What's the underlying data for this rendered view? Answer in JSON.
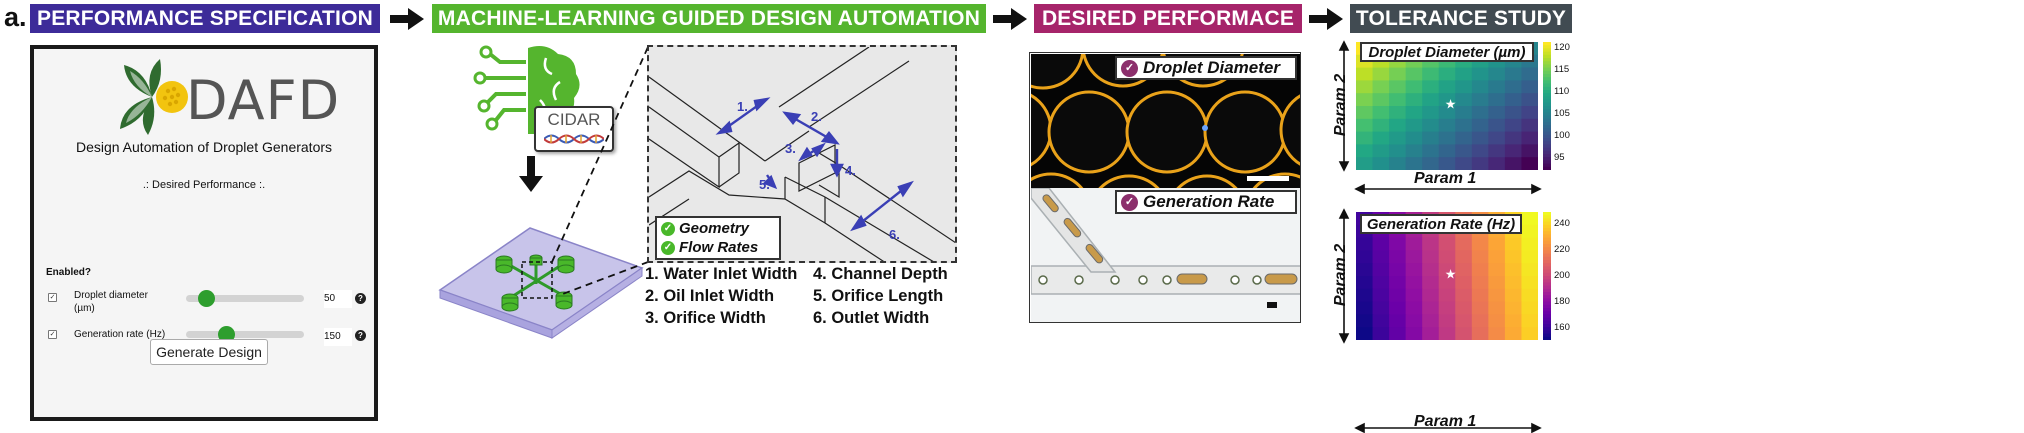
{
  "panel_label": "a.",
  "banners": {
    "spec": {
      "text": "PERFORMANCE SPECIFICATION",
      "color": "#3d2b99"
    },
    "ml": {
      "text": "MACHINE-LEARNING GUIDED DESIGN AUTOMATION",
      "color": "#55b52e"
    },
    "desired": {
      "text": "DESIRED PERFORMACE",
      "color": "#a6246a"
    },
    "tolerance": {
      "text": "TOLERANCE STUDY",
      "color": "#414b52"
    }
  },
  "spec_app": {
    "logo_text": "DAFD",
    "title": "Design Automation of Droplet Generators",
    "subtitle": ".: Desired Performance :.",
    "enabled_label": "Enabled?",
    "rows": [
      {
        "label_line1": "Droplet diameter",
        "label_line2": "(µm)",
        "value": "50",
        "slider_fraction": 0.16
      },
      {
        "label_line1": "Generation rate (Hz)",
        "label_line2": "",
        "value": "150",
        "slider_fraction": 0.33
      }
    ],
    "help_symbol": "?",
    "button_label": "Generate Design"
  },
  "ml": {
    "cidar_text": "CIDAR",
    "checks": [
      "Geometry",
      "Flow Rates"
    ],
    "annotation_numbers": [
      "1.",
      "2.",
      "3.",
      "4.",
      "5.",
      "6."
    ],
    "parameters": [
      "1. Water Inlet Width",
      "2. Oil Inlet Width",
      "3. Orifice Width",
      "4. Channel Depth",
      "5. Orifice Length",
      "6. Outlet Width"
    ]
  },
  "desired": {
    "droplet_label": "Droplet Diameter",
    "rate_label": "Generation Rate"
  },
  "tolerance": {
    "x_label": "Param 1",
    "y_label": "Param 2",
    "charts": [
      {
        "title": "Droplet Diameter (µm)",
        "ticks": [
          "120",
          "115",
          "110",
          "105",
          "100",
          "95"
        ],
        "colormap": "viridis"
      },
      {
        "title": "Generation Rate (Hz)",
        "ticks": [
          "240",
          "220",
          "200",
          "180",
          "160"
        ],
        "colormap": "plasma"
      }
    ]
  }
}
